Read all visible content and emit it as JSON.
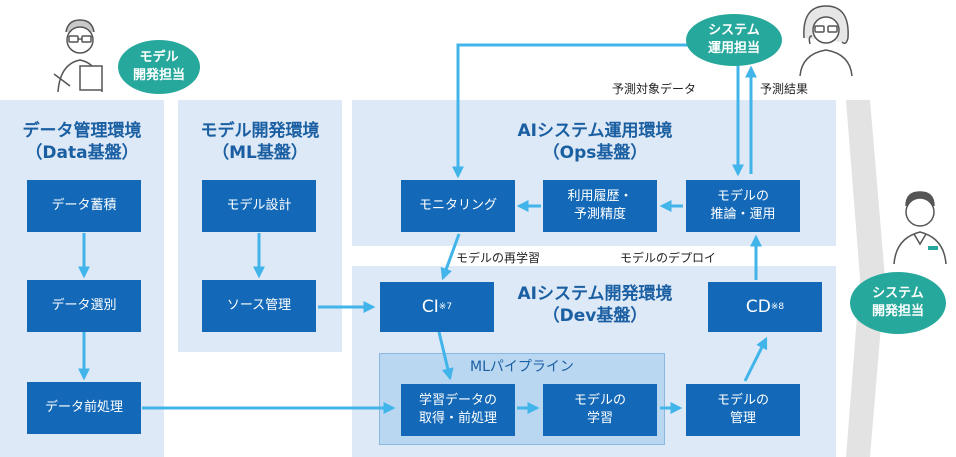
{
  "panels": {
    "data": {
      "title": "データ管理環境\n（Data基盤）"
    },
    "ml": {
      "title": "モデル開発環境\n（ML基盤）"
    },
    "ops": {
      "title": "AIシステム運用環境\n（Ops基盤）"
    },
    "dev": {
      "title": "AIシステム開発環境\n（Dev基盤）"
    }
  },
  "boxes": {
    "data_store": "データ蓄積",
    "data_select": "データ選別",
    "data_preprocess": "データ前処理",
    "model_design": "モデル設計",
    "source_mgmt": "ソース管理",
    "monitoring": "モニタリング",
    "usage_history": "利用履歴・\n予測精度",
    "model_inference": "モデルの\n推論・運用",
    "ci": "CI",
    "ci_note": "※7",
    "cd": "CD",
    "cd_note": "※8",
    "acquire": "学習データの\n取得・前処理",
    "model_train": "モデルの\n学習",
    "model_manage": "モデルの\n管理"
  },
  "pipeline": {
    "title": "MLパイプライン"
  },
  "labels": {
    "predict_data": "予測対象データ",
    "predict_result": "予測結果",
    "retrain": "モデルの再学習",
    "deploy": "モデルのデプロイ"
  },
  "roles": {
    "model_dev": "モデル\n開発担当",
    "sys_ops": "システム\n運用担当",
    "sys_dev": "システム\n開発担当"
  },
  "colors": {
    "panel": "#dde9f6",
    "box": "#1369b8",
    "arrow": "#41b4ea",
    "role": "#27a89c",
    "title": "#1b5fa3"
  }
}
